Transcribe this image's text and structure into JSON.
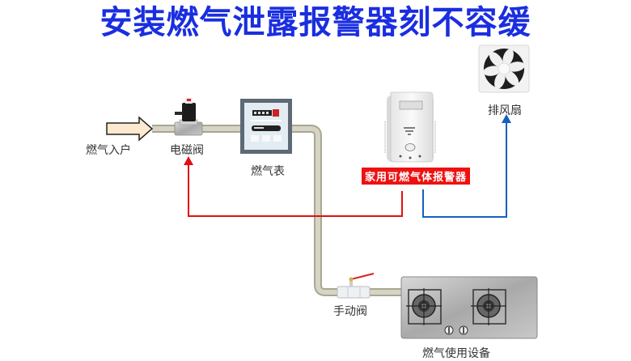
{
  "title": "安装燃气泄露报警器刻不容缓",
  "colors": {
    "title": "#1a2ee0",
    "pipe": "#cfccb8",
    "signal_to_valve": "#e01010",
    "signal_to_fan": "#1560c0",
    "badge_bg": "#ee1111"
  },
  "components": {
    "gas_inlet": {
      "label": "燃气入户",
      "icon": "inlet-arrow-icon"
    },
    "solenoid_valve": {
      "label": "电磁阀",
      "icon": "solenoid-valve-icon"
    },
    "gas_meter": {
      "label": "燃气表",
      "icon": "gas-meter-icon"
    },
    "gas_alarm": {
      "label": "家用可燃气体报警器",
      "icon": "gas-alarm-icon"
    },
    "exhaust_fan": {
      "label": "排风扇",
      "icon": "exhaust-fan-icon"
    },
    "manual_valve": {
      "label": "手动阀",
      "icon": "manual-valve-icon"
    },
    "gas_appliance": {
      "label": "燃气使用设备",
      "icon": "gas-stove-icon"
    }
  },
  "connections": [
    {
      "from": "家用可燃气体报警器",
      "to": "电磁阀",
      "type": "signal",
      "color": "red"
    },
    {
      "from": "家用可燃气体报警器",
      "to": "排风扇",
      "type": "signal",
      "color": "blue"
    },
    {
      "from": "燃气入户",
      "to": "燃气使用设备",
      "type": "gas-pipe",
      "via": [
        "电磁阀",
        "燃气表",
        "手动阀"
      ]
    }
  ]
}
